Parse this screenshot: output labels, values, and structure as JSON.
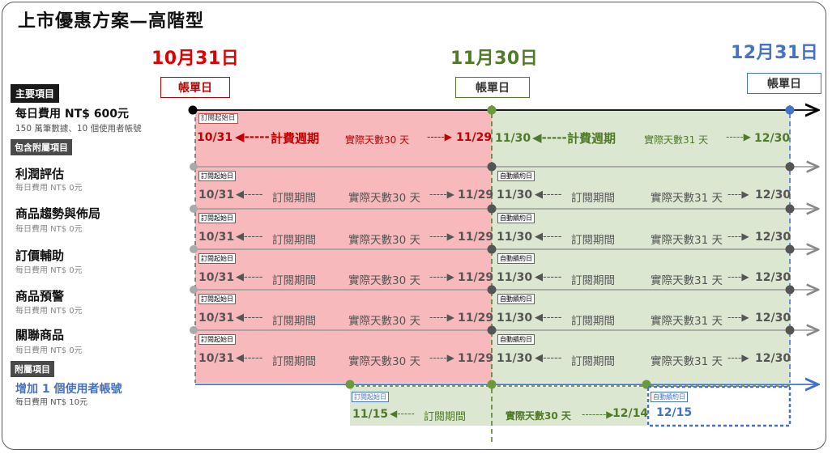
{
  "title": "上市優惠方案—高階型",
  "dates": {
    "d1": "10月31日",
    "d2": "11月30日",
    "d3": "12月31日"
  },
  "bill_label": "帳單日",
  "sidebar": {
    "main_tag": "主要項目",
    "main_price": "每日費用 NT$ 600元",
    "main_desc": "150 萬筆數據、10 個使用者帳號",
    "included_tag": "包含附屬項目",
    "items": [
      {
        "name": "利潤評估",
        "price": "每日費用  NT$ 0元"
      },
      {
        "name": "商品趨勢與佈局",
        "price": "每日費用  NT$ 0元"
      },
      {
        "name": "訂價輔助",
        "price": "每日費用  NT$ 0元"
      },
      {
        "name": "商品預警",
        "price": "每日費用  NT$ 0元"
      },
      {
        "name": "關聯商品",
        "price": "每日費用  NT$ 0元"
      }
    ],
    "addon_tag": "附屬項目",
    "addon_name": "增加 1 個使用者帳號",
    "addon_price": "每日費用  NT$ 10元"
  },
  "main_row": {
    "start_label": "訂閱起始日",
    "p1_start": "10/31",
    "p1_label": "計費週期",
    "p1_days": "實際天數30 天",
    "p1_end": "11/29",
    "p2_start": "11/30",
    "p2_label": "計費週期",
    "p2_days": "實際天數31 天",
    "p2_end": "12/30"
  },
  "sub_rows": {
    "start_label": "訂閱起始日",
    "renew_label": "自動續約日",
    "p1_start": "10/31",
    "p1_label": "訂閱期間",
    "p1_days": "實際天數30 天",
    "p1_end": "11/29",
    "p2_start": "11/30",
    "p2_label": "訂閱期間",
    "p2_days": "實際天數31 天",
    "p2_end": "12/30"
  },
  "addon_row": {
    "start_label": "訂閱起始日",
    "renew_label": "自動續約日",
    "start": "11/15",
    "label": "訂閱期間",
    "days": "實際天數30 天",
    "end": "12/14",
    "renew_date": "12/15"
  },
  "colors": {
    "red": "#e00000",
    "green": "#4f7a28",
    "blue": "#4472c4",
    "pink": "#f7b9bc",
    "lightgreen": "#dce7d2"
  }
}
